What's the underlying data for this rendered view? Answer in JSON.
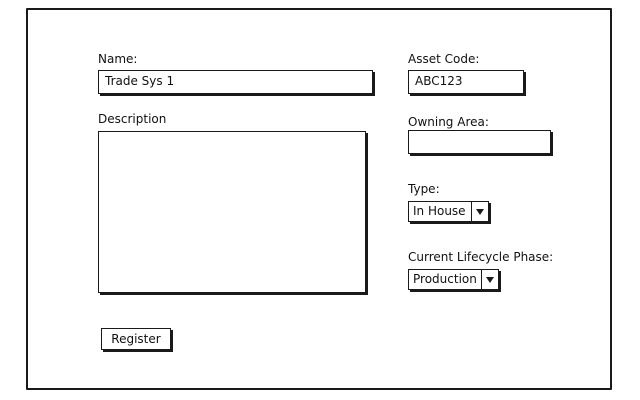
{
  "form": {
    "name_label": "Name:",
    "name_value": "Trade Sys 1",
    "description_label": "Description",
    "description_value": "",
    "asset_code_label": "Asset Code:",
    "asset_code_value": "ABC123",
    "owning_area_label": "Owning Area:",
    "owning_area_value": "",
    "type_label": "Type:",
    "type_value": "In House",
    "lifecycle_label": "Current Lifecycle Phase:",
    "lifecycle_value": "Production",
    "register_label": "Register"
  },
  "icons": {
    "dropdown": "chevron-down-icon"
  }
}
